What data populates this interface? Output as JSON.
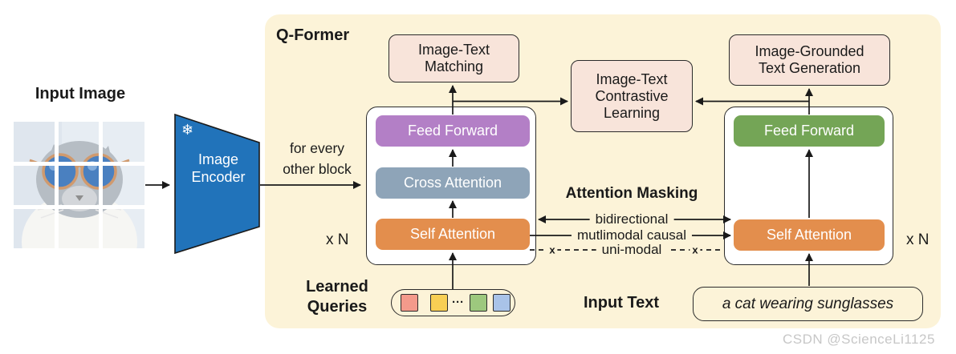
{
  "input_image": {
    "label": "Input Image"
  },
  "image_encoder": {
    "label": "Image\nEncoder",
    "frozen_icon": "❄",
    "color": "#2173ba"
  },
  "qformer": {
    "title": "Q-Former",
    "panel_color": "#fcf3d8",
    "for_every_other_block": "for every\nother block",
    "objectives": {
      "image_text_matching": "Image-Text\nMatching",
      "image_text_contrastive": "Image-Text\nContrastive\nLearning",
      "image_grounded_generation": "Image-Grounded\nText Generation",
      "box_color": "#f8e4da"
    },
    "left_block": {
      "feed_forward": "Feed Forward",
      "feed_forward_color": "#b37fc6",
      "cross_attention": "Cross Attention",
      "cross_attention_color": "#8ea4b8",
      "self_attention": "Self Attention",
      "self_attention_color": "#e38e4d",
      "repeat": "x N"
    },
    "right_block": {
      "feed_forward": "Feed Forward",
      "feed_forward_color": "#74a556",
      "self_attention": "Self Attention",
      "self_attention_color": "#e38e4d",
      "repeat": "x N"
    },
    "attention_masking": {
      "title": "Attention Masking",
      "bidirectional": "bidirectional",
      "multimodal_causal": "mutlimodal causal",
      "uni_modal": "uni-modal",
      "blocked_mark": "x"
    },
    "learned_queries": {
      "label": "Learned\nQueries",
      "dots": "···",
      "colors": [
        "#f49a8b",
        "#f8cf54",
        "#9dc87e",
        "#a9c3e8"
      ]
    },
    "input_text": {
      "label": "Input Text",
      "value": "a cat wearing sunglasses"
    }
  },
  "watermark": {
    "text": "CSDN @ScienceLi1125",
    "color": "#c7c7c7"
  }
}
